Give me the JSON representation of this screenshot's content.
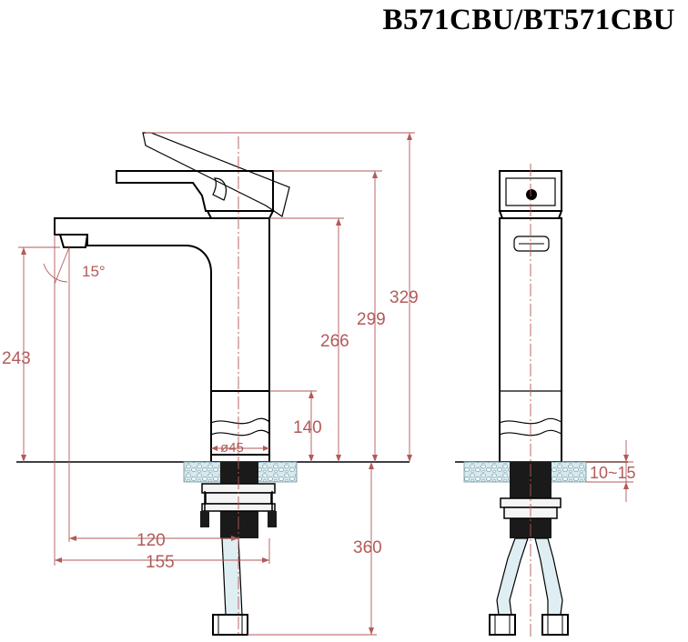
{
  "model": "B571CBU/BT571CBU",
  "dimensions": {
    "angle": "15°",
    "h243": "243",
    "h299": "299",
    "h266": "266",
    "h329": "329",
    "h140": "140",
    "dia45": "ø45",
    "w120": "120",
    "w155": "155",
    "h360": "360",
    "deck": "10~15"
  }
}
